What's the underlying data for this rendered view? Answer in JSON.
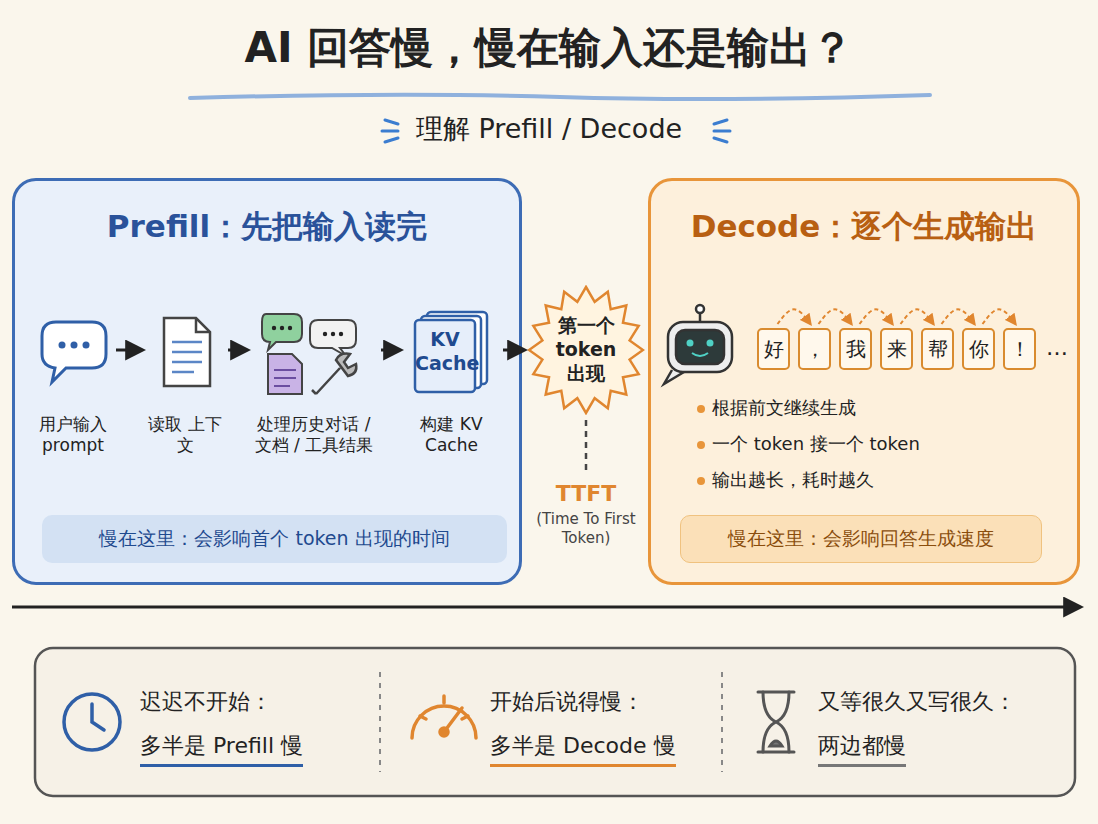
{
  "diagram": {
    "title": "AI 回答慢，慢在输入还是输出？",
    "nodes": [
      {
        "text": [
          "Prefill：先把输入读完"
        ]
      },
      {
        "text": [
          "用户输入 prompt"
        ],
        "in": 0
      },
      {
        "text": [
          "读取 上下文"
        ],
        "in": 0
      },
      {
        "text": [
          "处理历史对话 / 文档 / 工具结果"
        ],
        "in": 0
      },
      {
        "text": [
          "KV Cache",
          "构建 KV Cache"
        ],
        "in": 0
      },
      {
        "text": [
          "慢在这里：会影响首个 token 出现的时间"
        ],
        "in": 0
      },
      {
        "text": [
          "第一个 token 出现"
        ]
      },
      {
        "text": [
          "Decode：逐个生成输出"
        ]
      },
      {
        "text": [
          "好"
        ],
        "in": 7
      },
      {
        "text": [
          "，"
        ],
        "in": 7
      },
      {
        "text": [
          "我"
        ],
        "in": 7
      },
      {
        "text": [
          "来"
        ],
        "in": 7
      },
      {
        "text": [
          "帮"
        ],
        "in": 7
      },
      {
        "text": [
          "你"
        ],
        "in": 7
      },
      {
        "text": [
          "！"
        ],
        "in": 7
      },
      {
        "text": [
          "慢在这里：会影响回答生成速度"
        ],
        "in": 7
      },
      {
        "text": [
          "迟迟不开始：",
          "多半是 Prefill 慢"
        ]
      },
      {
        "text": [
          "开始后说得慢：",
          "多半是 Decode 慢"
        ]
      },
      {
        "text": [
          "又等很久又写很久：",
          "两边都慢"
        ]
      }
    ],
    "edges": [
      {
        "from": 1,
        "to": 2,
        "arrow": "to"
      },
      {
        "from": 2,
        "to": 3,
        "arrow": "to"
      },
      {
        "from": 3,
        "to": 4,
        "arrow": "to"
      },
      {
        "from": 4,
        "to": 6,
        "arrow": "to"
      },
      {
        "from": 8,
        "to": 9,
        "arrow": "to"
      },
      {
        "from": 9,
        "to": 10,
        "arrow": "to"
      },
      {
        "from": 10,
        "to": 11,
        "arrow": "to"
      },
      {
        "from": 11,
        "to": 12,
        "arrow": "to"
      },
      {
        "from": 12,
        "to": 13,
        "arrow": "to"
      },
      {
        "from": 13,
        "to": 14,
        "arrow": "to"
      }
    ],
    "labels": [
      "理解 Prefill / Decode",
      "TTFT",
      "(Time To First Token)",
      "根据前文继续生成",
      "一个 token 接一个 token",
      "输出越长，耗时越久",
      "…"
    ]
  }
}
